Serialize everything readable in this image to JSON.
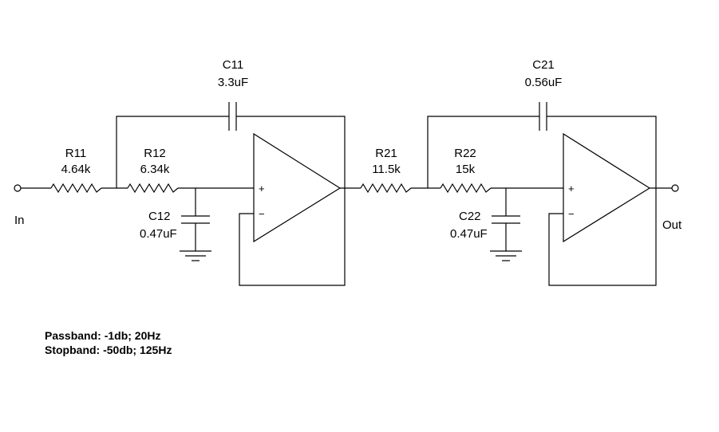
{
  "terminals": {
    "input": "In",
    "output": "Out"
  },
  "components": {
    "R11": {
      "ref": "R11",
      "value": "4.64k"
    },
    "R12": {
      "ref": "R12",
      "value": "6.34k"
    },
    "C11": {
      "ref": "C11",
      "value": "3.3uF"
    },
    "C12": {
      "ref": "C12",
      "value": "0.47uF"
    },
    "R21": {
      "ref": "R21",
      "value": "11.5k"
    },
    "R22": {
      "ref": "R22",
      "value": "15k"
    },
    "C21": {
      "ref": "C21",
      "value": "0.56uF"
    },
    "C22": {
      "ref": "C22",
      "value": "0.47uF"
    }
  },
  "opamp_signs": {
    "plus": "+",
    "minus": "−"
  },
  "specs": {
    "passband": "Passband: -1db; 20Hz",
    "stopband": "Stopband: -50db; 125Hz"
  }
}
